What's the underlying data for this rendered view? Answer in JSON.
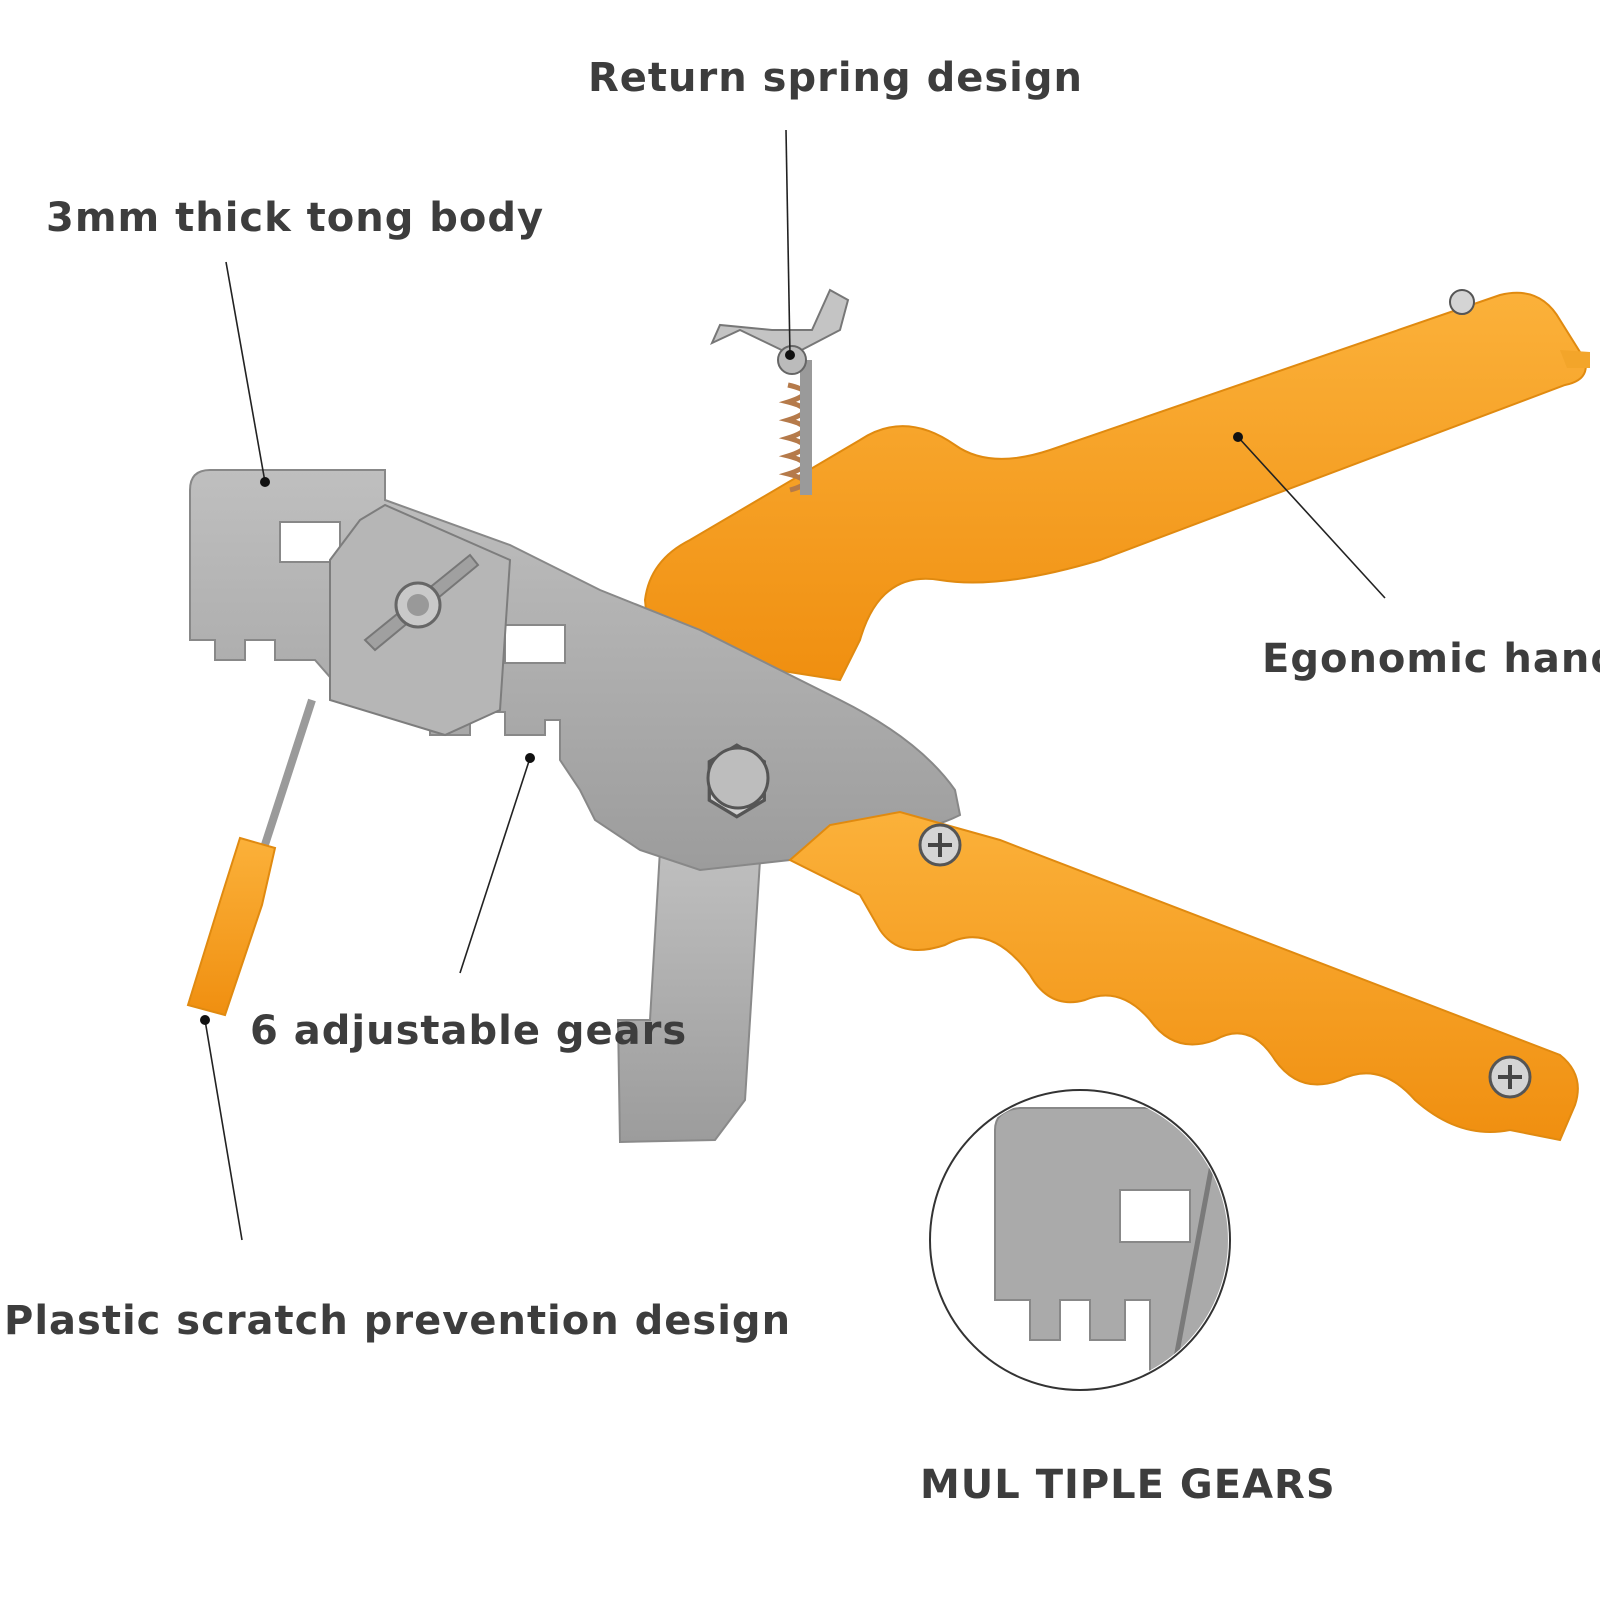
{
  "labels": {
    "return_spring": "Return spring design",
    "tong_body": "3mm thick tong body",
    "handle": "Egonomic handle",
    "gears": "6 adjustable gears",
    "plastic": "Plastic scratch prevention design",
    "multiple_gears": "MUL TIPLE GEARS"
  },
  "colors": {
    "handle_orange": "#f7a21b",
    "metal_gray": "#a8a8a8",
    "text": "#3d3d3d",
    "leader_line": "#222222"
  },
  "icons": {
    "wing_nut": "wing-nut-icon",
    "spring": "coil-spring-icon",
    "screw": "phillips-screw-icon",
    "pivot_bolt": "hex-bolt-icon"
  }
}
